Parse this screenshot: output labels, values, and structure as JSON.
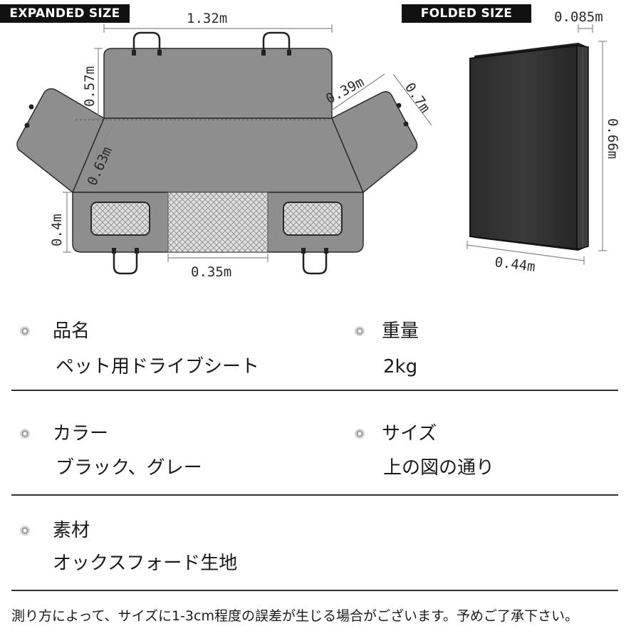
{
  "header": {
    "expanded_tag": "EXPANDED SIZE",
    "folded_tag": "FOLDED SIZE"
  },
  "expanded": {
    "width_total": "1.32m",
    "back_height": "0.57m",
    "flap_top": "0.39m",
    "flap_height": "0.7m",
    "seat_diag": "0.63m",
    "bottom_height": "0.4m",
    "mesh_width": "0.35m"
  },
  "folded": {
    "thickness": "0.085m",
    "height": "0.66m",
    "width": "0.44m"
  },
  "specs": {
    "name": {
      "label": "品名",
      "value": "ペット用ドライブシート"
    },
    "weight": {
      "label": "重量",
      "value": "2kg"
    },
    "color": {
      "label": "カラー",
      "value": "ブラック、グレー"
    },
    "size": {
      "label": "サイズ",
      "value": "上の図の通り"
    },
    "material": {
      "label": "素材",
      "value": "オックスフォード生地"
    }
  },
  "note": "測り方によって、サイズに1-3cm程度の誤差が生じる場合がございます。予めご了承下さい。",
  "colors": {
    "sheet_gray": "#8e8e8e",
    "folded_black": "#222222",
    "tag_bg": "#111111"
  }
}
